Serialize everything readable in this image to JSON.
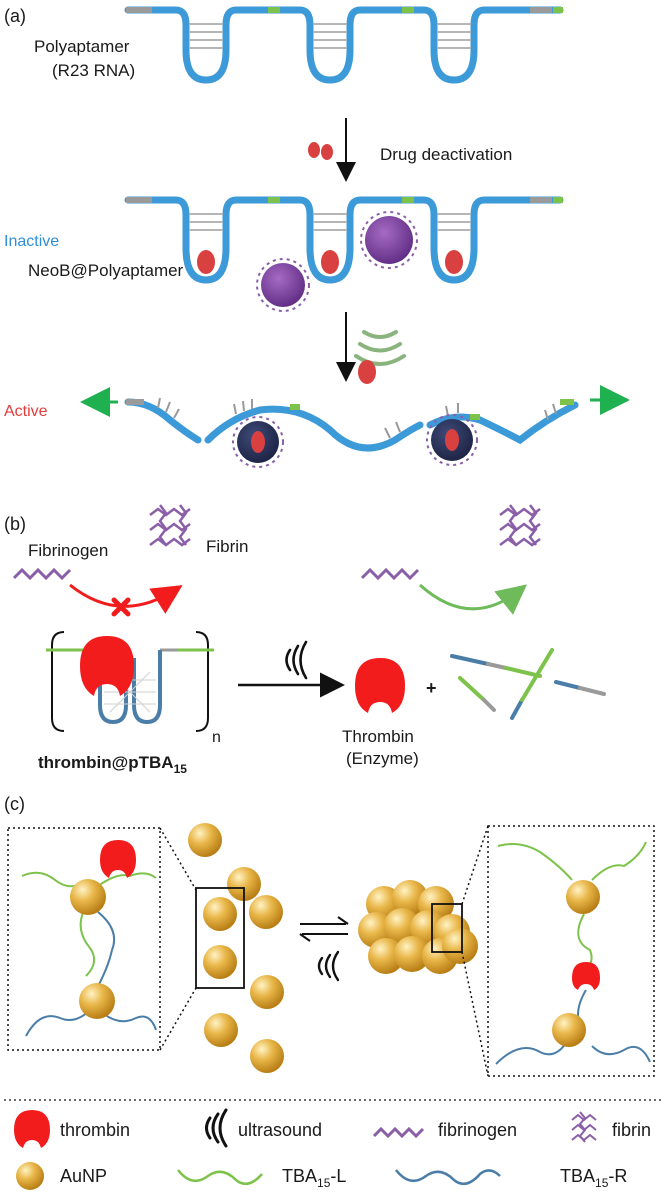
{
  "panels": {
    "a": {
      "label": "(a)",
      "polyaptamer_line1": "Polyaptamer",
      "polyaptamer_line2": "(R23 RNA)",
      "drug_deactivation": "Drug deactivation",
      "inactive": "Inactive",
      "neob_polyaptamer": "NeoB@Polyaptamer",
      "active": "Active"
    },
    "b": {
      "label": "(b)",
      "fibrinogen": "Fibrinogen",
      "fibrin": "Fibrin",
      "repeat_n": "n",
      "complex_prefix": "thrombin@pTBA",
      "complex_sub": "15",
      "plus": "+",
      "thrombin": "Thrombin",
      "enzyme": "(Enzyme)"
    },
    "c": {
      "label": "(c)"
    }
  },
  "legend": {
    "thrombin": "thrombin",
    "ultrasound": "ultrasound",
    "fibrinogen": "fibrinogen",
    "fibrin": "fibrin",
    "aunp": "AuNP",
    "tba_l_prefix": "TBA",
    "tba_l_sub": "15",
    "tba_l_suffix": "-L",
    "tba_r_prefix": "TBA",
    "tba_r_sub": "15",
    "tba_r_suffix": "-R"
  },
  "colors": {
    "rna_blue": "#3d9ad8",
    "inactive_blue": "#2f8fd6",
    "active_red": "#e23b3b",
    "drug_red": "#d94040",
    "thrombin_red": "#f21c1c",
    "arrow_green": "#1fb04f",
    "green_strand": "#7dc24a",
    "blue_strand": "#4a7ea8",
    "fibrin_purple": "#8b5fa8",
    "gold": "#e2a93a"
  },
  "icons": [
    "ultrasound-icon",
    "thrombin-icon",
    "aunp-icon",
    "fibrin-icon",
    "fibrinogen-icon",
    "red-x-icon"
  ]
}
